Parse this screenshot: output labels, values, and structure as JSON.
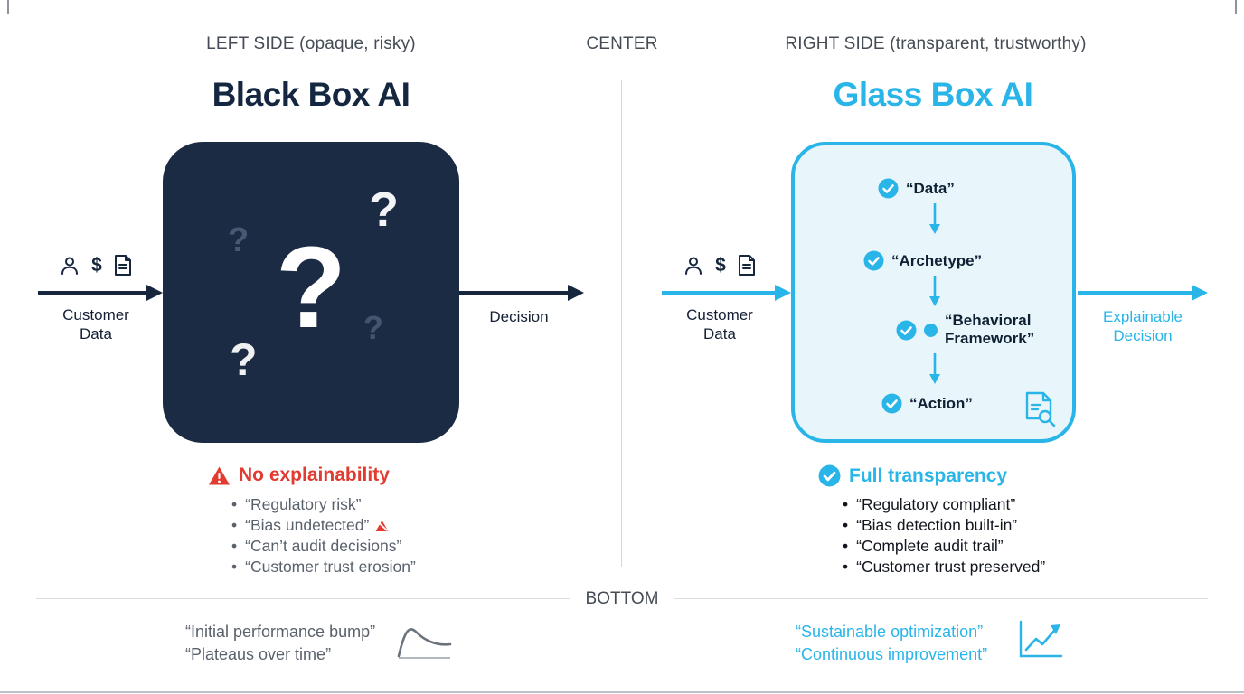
{
  "colors": {
    "navy": "#1b2b44",
    "cyan": "#29b5e8",
    "red": "#e23b30",
    "gray_text": "#59616d",
    "light_cyan": "#e8f6fc"
  },
  "icons": {
    "dollar": "$"
  },
  "header": {
    "left": "LEFT SIDE (opaque, risky)",
    "center": "CENTER",
    "right": "RIGHT SIDE (transparent, trustworthy)"
  },
  "left_panel": {
    "title": "Black Box AI",
    "input_label": "Customer Data",
    "output_label": "Decision",
    "big_question": "?",
    "small_questions": [
      "?",
      "?",
      "?",
      "?"
    ],
    "warning_title": "No explainability",
    "bullets": [
      "“Regulatory risk”",
      "“Bias undetected”",
      "“Can’t audit decisions”",
      "“Customer trust erosion”"
    ]
  },
  "right_panel": {
    "title": "Glass Box AI",
    "input_label": "Customer Data",
    "output_label": "Explainable Decision",
    "steps": [
      "“Data”",
      "“Archetype”",
      "“Behavioral Framework”",
      "“Action”"
    ],
    "benefit_title": "Full transparency",
    "bullets": [
      "“Regulatory compliant”",
      "“Bias detection built-in”",
      "“Complete audit trail”",
      "“Customer trust preserved”"
    ]
  },
  "bottom": {
    "label": "BOTTOM",
    "left_lines": [
      "“Initial performance bump”",
      "“Plateaus over time”"
    ],
    "right_lines": [
      "“Sustainable optimization”",
      "“Continuous improvement”"
    ]
  }
}
